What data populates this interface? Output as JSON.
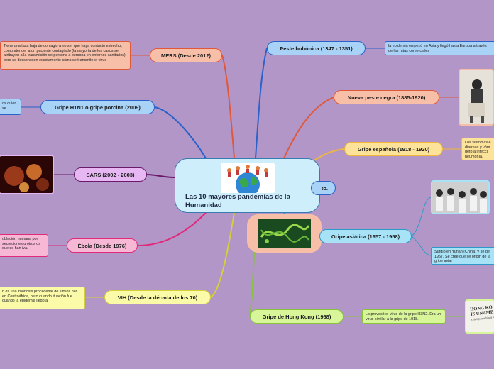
{
  "central": {
    "title": "Las 10 mayores pandemias de la Humanidad",
    "icon": "globe-people-icon"
  },
  "topics": {
    "mers": "MERS (Desde 2012)",
    "h1n1": "Gripe H1N1 o gripe porcina (2009)",
    "sars": "SARS (2002 - 2003)",
    "ebola": "Ébola (Desde 1976)",
    "vih": "VIH (Desde la década de los 70)",
    "bubonica": "Peste bubónica (1347 - 1351)",
    "negra": "Nueva peste negra (1885-1920)",
    "espanola": "Gripe española (1918 - 1920)",
    "partial": "to.",
    "asiatica": "Gripe asiática (1957 - 1958)",
    "hongkong": "Gripe de Hong Kong (1968)"
  },
  "notes": {
    "mers": "Tiene una tasa baja de contagio a no ser que haya contacto estrecho, como atender a un paciente contagiado (la mayoría de los casos se atribuyen a la transmisión de persona a persona en entornos sanitarios), pero se desconocen exactamente cómo se transmite el virus",
    "h1n1": "os quien se",
    "ebola": "oblación humana por secreciones u otros os que se han iva.",
    "vih": "n es una zoonosis procedente de simios nas en Centroáfrica, pero cuando ituación fue cuando la epidemia llegó a",
    "bubonica": "la epidemia empezó en Asia y llegó hasta Europa a través de las rutas comerciales",
    "espanola": "Los síntomas e diarreas y vóm detó a infecci neumonía.",
    "asiatica": "Surgió en Yunán (China) y se de 1957. Se cree que se origin de la gripe aviar",
    "hongkong": "Lo provocó el virus de la gripe H3N2. Era un virus similar a la gripe de 1918."
  },
  "images": {
    "sars": "virus-microscope-image",
    "negra": "historical-portrait-image",
    "asiatica_dna": "dna-strand-image",
    "asiatica_photo": "crowd-photo-image",
    "hongkong": "newspaper-headline-image",
    "hongkong_text": [
      "HONG KO",
      "IS UNAMB",
      "Chief (something) No"
    ]
  },
  "colors": {
    "background": "#b296c7",
    "mers": "#f7bfa8",
    "h1n1": "#a9d2f7",
    "sars": "#e6b7f2",
    "ebola": "#f7b8d6",
    "vih": "#fafaa8",
    "bubonica": "#a9d2f7",
    "negra": "#f7bfa8",
    "espanola": "#fde39a",
    "asiatica": "#a8e2f7",
    "hongkong": "#d9f59a"
  }
}
